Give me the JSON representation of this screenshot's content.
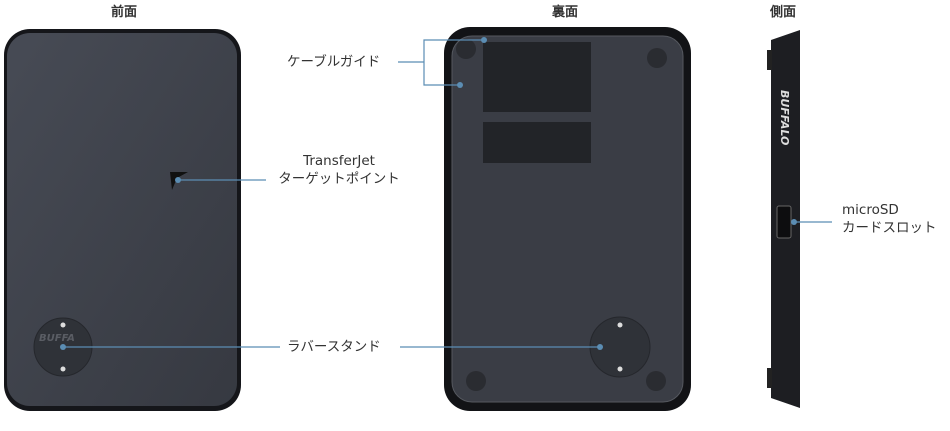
{
  "views": {
    "front": {
      "title": "前面"
    },
    "back": {
      "title": "裏面"
    },
    "side": {
      "title": "側面"
    }
  },
  "callouts": {
    "cable_guide": "ケーブルガイド",
    "transferjet_line1": "TransferJet",
    "transferjet_line2": "ターゲットポイント",
    "rubber_stand": "ラバースタンド",
    "microsd_line1": "microSD",
    "microsd_line2": "カードスロット"
  },
  "logo": {
    "brand": "BUFFALO"
  },
  "colors": {
    "device": "#3a3d45",
    "callout_line": "#5b8db3"
  }
}
